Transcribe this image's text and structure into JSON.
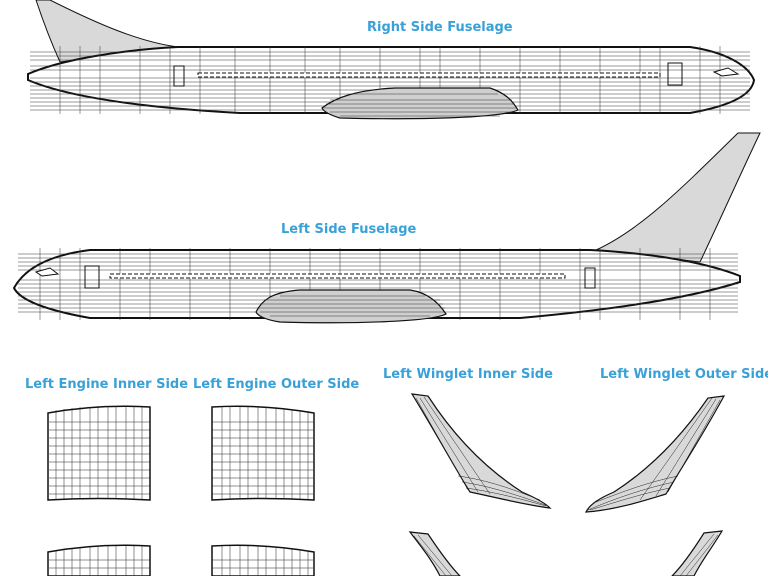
{
  "labels": {
    "right_side_fuselage": "Right Side Fuselage",
    "left_side_fuselage": "Left Side Fuselage",
    "left_engine_inner_side": "Left Engine Inner Side",
    "left_engine_outer_side": "Left Engine Outer Side",
    "left_winglet_inner_side": "Left Winglet Inner Side",
    "left_winglet_outer_side": "Left Winglet Outer Side"
  },
  "colors": {
    "label": "#3aa1d8",
    "fill": "#d9d9d9",
    "line": "#111111"
  }
}
